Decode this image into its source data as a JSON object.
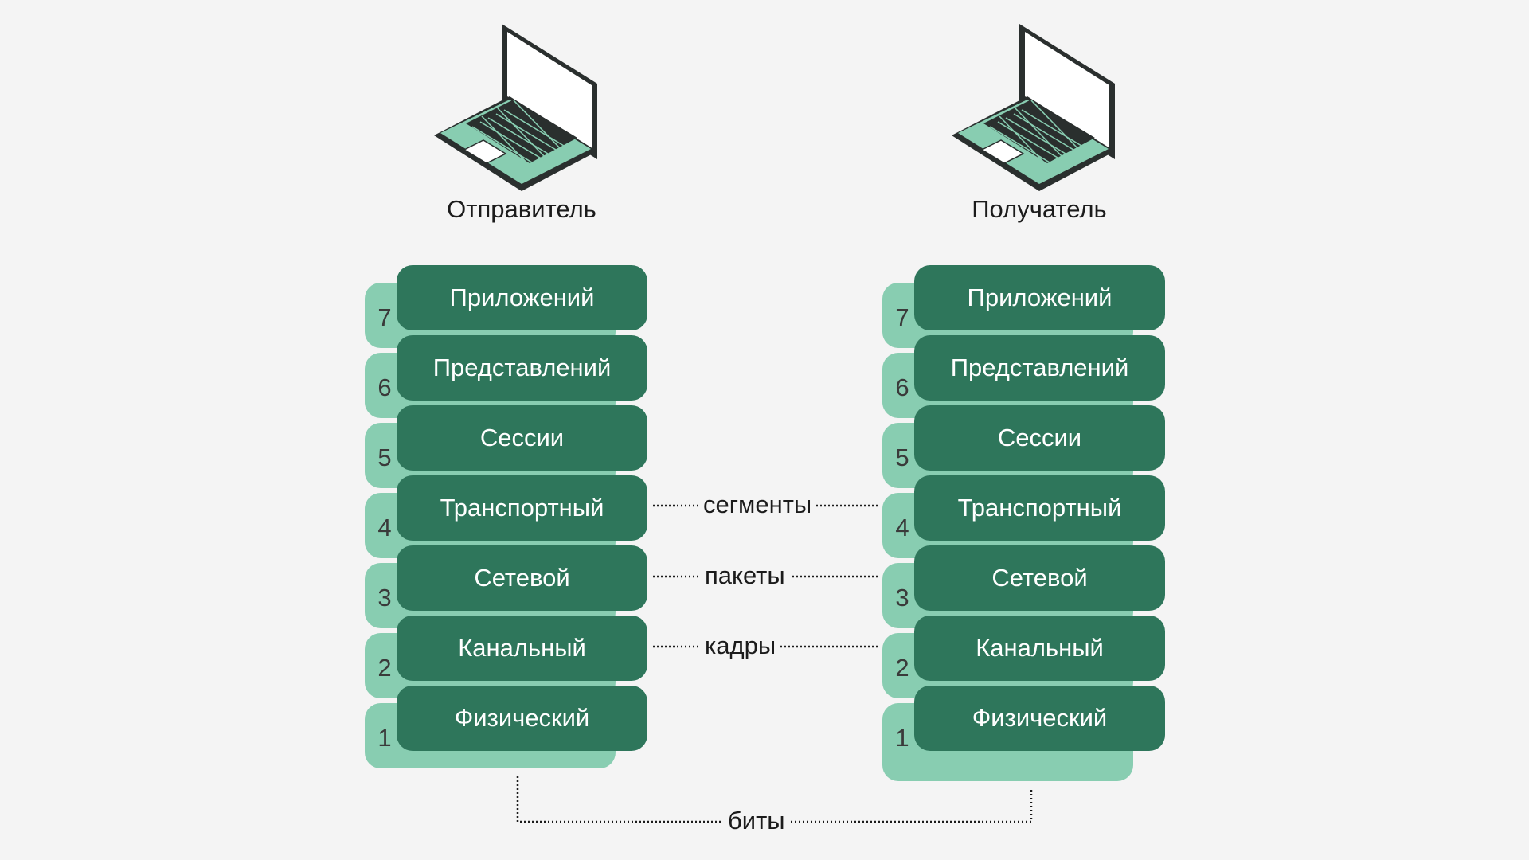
{
  "hosts": {
    "sender": {
      "label": "Отправитель",
      "icon": "laptop-icon"
    },
    "receiver": {
      "label": "Получатель",
      "icon": "laptop-icon"
    }
  },
  "layers": [
    {
      "number": "7",
      "name": "Приложений"
    },
    {
      "number": "6",
      "name": "Представлений"
    },
    {
      "number": "5",
      "name": "Сессии"
    },
    {
      "number": "4",
      "name": "Транспортный"
    },
    {
      "number": "3",
      "name": "Сетевой"
    },
    {
      "number": "2",
      "name": "Канальный"
    },
    {
      "number": "1",
      "name": "Физический"
    }
  ],
  "links": {
    "transport": "сегменты",
    "network": "пакеты",
    "datalink": "кадры",
    "physical": "биты"
  },
  "colors": {
    "background": "#f4f4f4",
    "layer_box": "#2e765b",
    "layer_tab": "#88cdb1",
    "text_dark": "#1b1b1b",
    "text_light": "#ffffff"
  }
}
